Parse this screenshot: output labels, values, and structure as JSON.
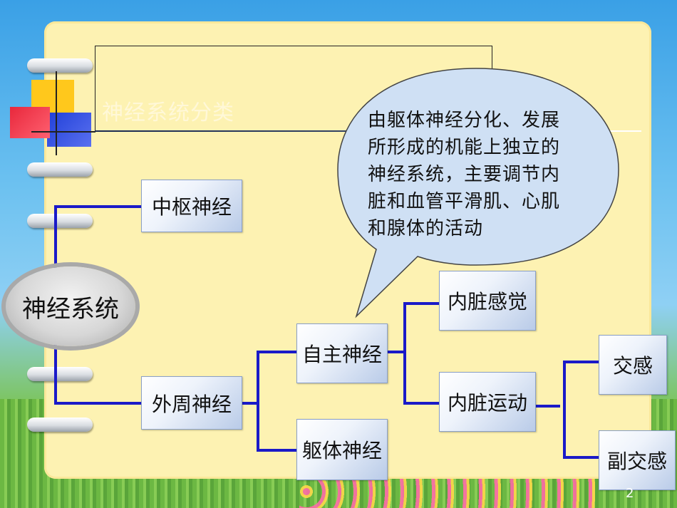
{
  "slide": {
    "title": "神经系统分类",
    "page_number": "2"
  },
  "root": {
    "label": "神经系统"
  },
  "nodes": {
    "central": "中枢神经",
    "peripheral": "外周神经",
    "autonomic": "自主神经",
    "somatic": "躯体神经",
    "visceral_sensory": "内脏感觉",
    "visceral_motor": "内脏运动",
    "sympathetic": "交感",
    "parasympathetic": "副交感"
  },
  "callout": {
    "lines": [
      "由躯体神经分化、发展",
      "所形成的机能上独立的",
      "神经系统，主要调节内",
      "脏和血管平滑肌、心肌",
      "和腺体的活动"
    ]
  },
  "colors": {
    "connector": "#1a1ac8",
    "card": "#fdf2b2",
    "callout_fill": "#cfe0f4"
  }
}
